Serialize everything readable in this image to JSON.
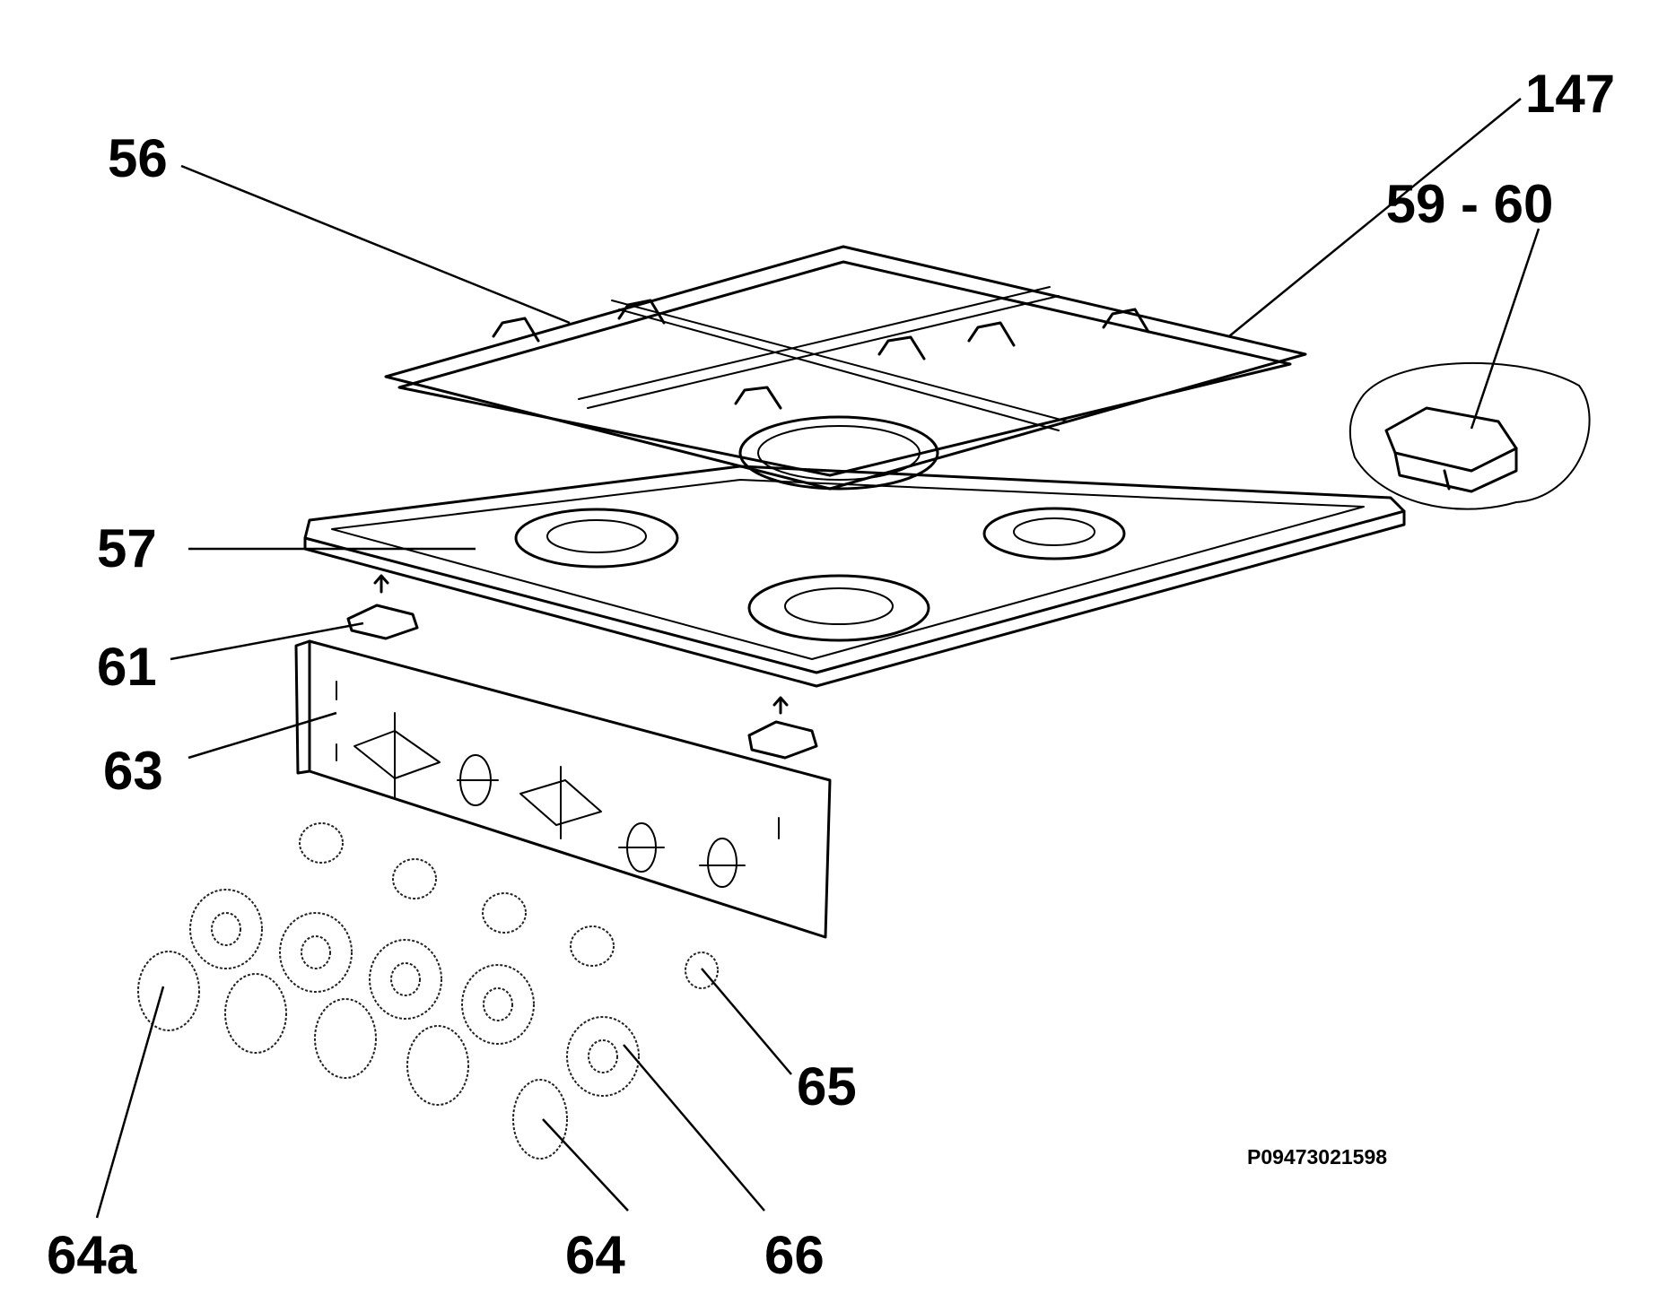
{
  "diagram": {
    "callouts": {
      "c56": "56",
      "c147": "147",
      "c59_60": "59 - 60",
      "c57": "57",
      "c61": "61",
      "c63": "63",
      "c65": "65",
      "c64a": "64a",
      "c64": "64",
      "c66": "66"
    },
    "reference_code": "P09473021598"
  }
}
